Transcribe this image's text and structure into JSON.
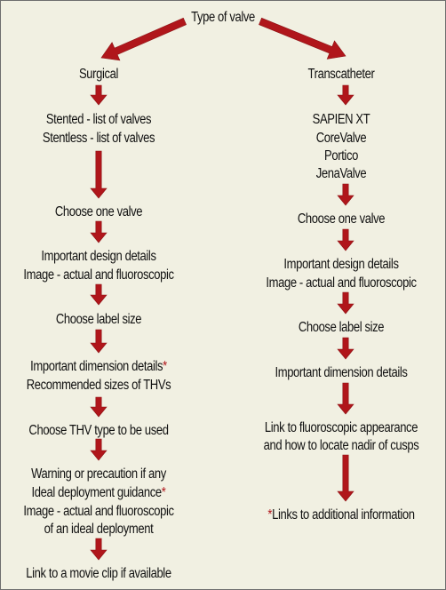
{
  "colors": {
    "background": "#f1f0e2",
    "arrow": "#b0161b",
    "arrow_edge": "#8e1215",
    "asterisk": "#b0161b"
  },
  "root": {
    "title": "Type of valve"
  },
  "surgical": {
    "heading": "Surgical",
    "list_stented": "Stented - list of valves",
    "list_stentless": "Stentless - list of valves",
    "choose_valve": "Choose one valve",
    "design_details": "Important design details",
    "image_line": "Image - actual and fluoroscopic",
    "choose_label": "Choose label size",
    "dimension_details": "Important dimension details",
    "dimension_asterisk": "*",
    "recommended_sizes": "Recommended sizes of THVs",
    "choose_thv": "Choose THV type to be used",
    "warning": "Warning or precaution if any",
    "deployment_guidance": "Ideal deployment guidance",
    "deployment_asterisk": "*",
    "image_deployment_1": "Image - actual and fluoroscopic",
    "image_deployment_2": "of an ideal deployment",
    "movie_link": "Link to a movie clip if available"
  },
  "transcatheter": {
    "heading": "Transcatheter",
    "valves": [
      "SAPIEN XT",
      "CoreValve",
      "Portico",
      "JenaValve"
    ],
    "choose_valve": "Choose one valve",
    "design_details": "Important design details",
    "image_line": "Image - actual and fluoroscopic",
    "choose_label": "Choose label size",
    "dimension_details": "Important dimension details",
    "fluoro_link_1": "Link to fluoroscopic appearance",
    "fluoro_link_2": "and how to locate nadir of cusps",
    "footnote_asterisk": "*",
    "footnote_text": "Links to additional information"
  }
}
